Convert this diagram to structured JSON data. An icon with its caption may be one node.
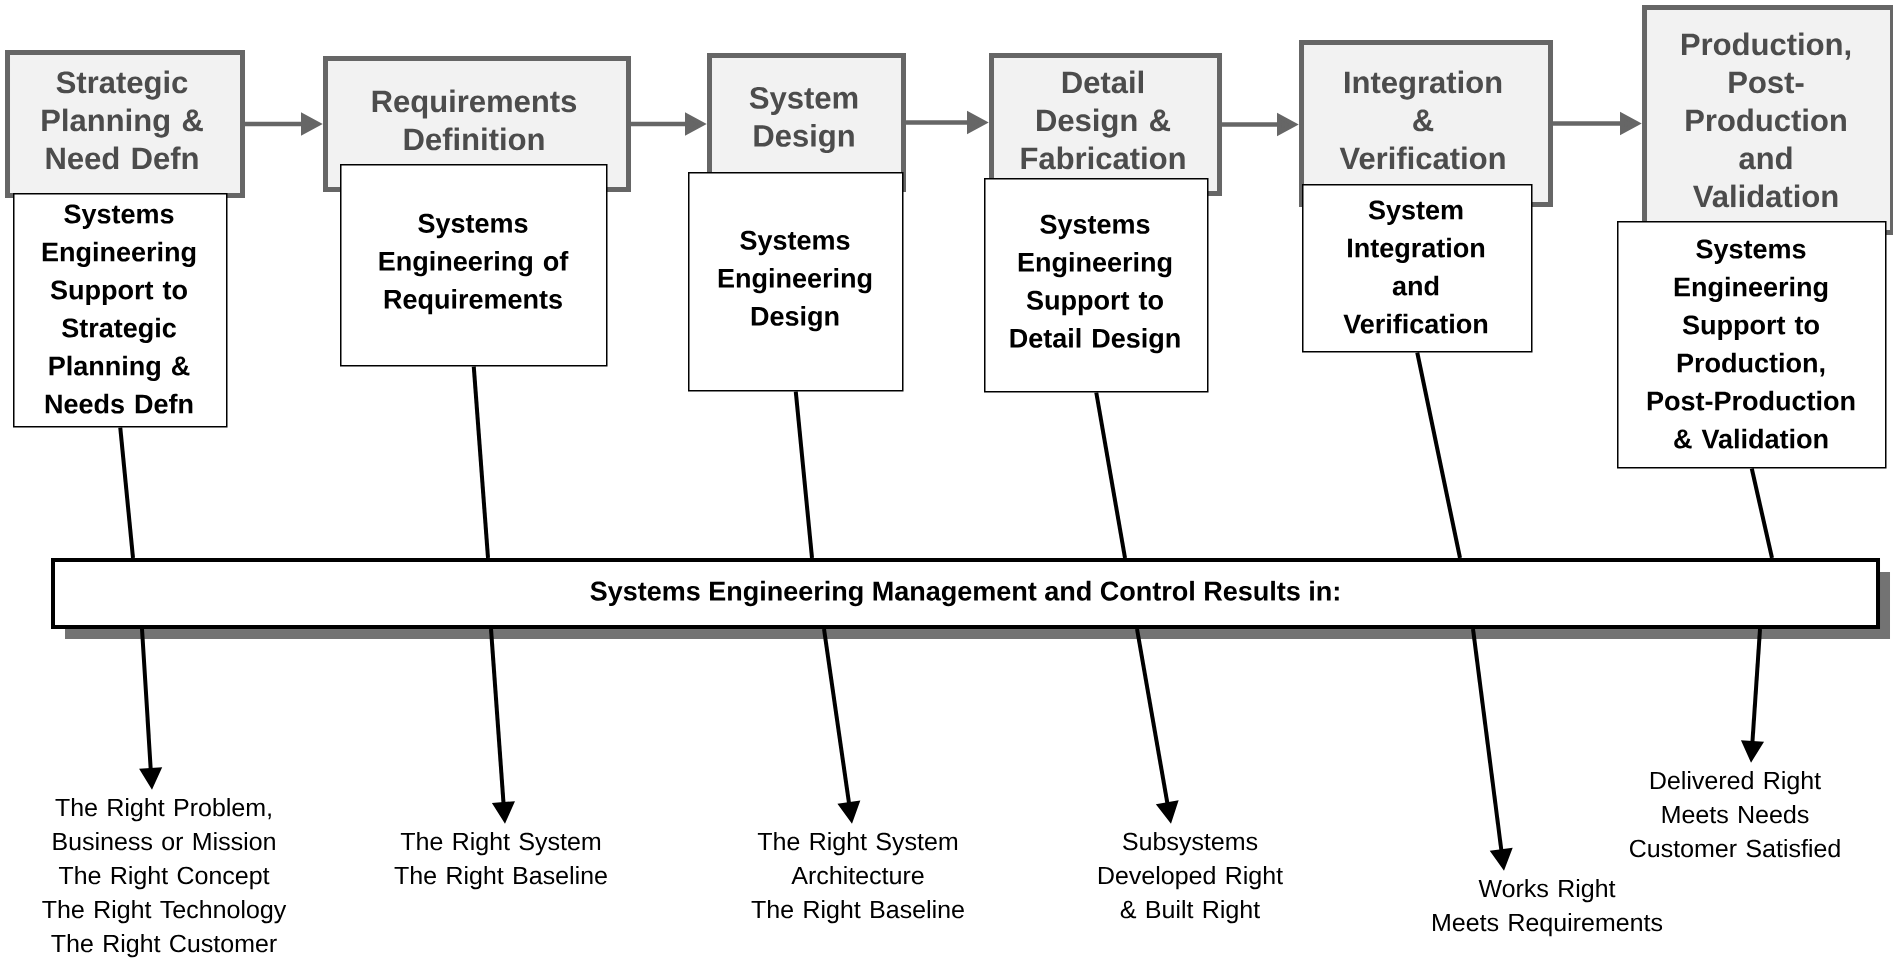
{
  "diagram": {
    "nodes": [
      {
        "text": [
          "Strategic Planning & Need Defn"
        ]
      },
      {
        "text": [
          "Requirements Definition"
        ]
      },
      {
        "text": [
          "System Design"
        ]
      },
      {
        "text": [
          "Detail Design & Fabrication"
        ]
      },
      {
        "text": [
          "Integration & Verification"
        ]
      },
      {
        "text": [
          "Production, Post-Production and Validation"
        ]
      },
      {
        "text": [
          "Systems Engineering Support to Strategic Planning & Needs Defn"
        ]
      },
      {
        "text": [
          "Systems Engineering of Requirements"
        ]
      },
      {
        "text": [
          "Systems Engineering Design"
        ]
      },
      {
        "text": [
          "Systems Engineering Support to Detail Design"
        ]
      },
      {
        "text": [
          "System Integration and Verification"
        ]
      },
      {
        "text": [
          "Systems Engineering Support to Production, Post-Production & Validation"
        ]
      },
      {
        "text": [
          "Systems Engineering Management and Control Results in:"
        ]
      },
      {
        "text": [
          "The Right Problem, Business or Mission",
          "The Right Concept",
          "The Right Technology",
          "The Right Customer"
        ]
      },
      {
        "text": [
          "The Right System",
          "The Right Baseline"
        ]
      },
      {
        "text": [
          "The Right System Architecture",
          "The Right Baseline"
        ]
      },
      {
        "text": [
          "Subsystems Developed Right & Built Right"
        ]
      },
      {
        "text": [
          "Works Right",
          "Meets Requirements"
        ]
      },
      {
        "text": [
          "Delivered Right",
          "Meets Needs",
          "Customer Satisfied"
        ]
      }
    ],
    "edges": [
      {
        "from": 0,
        "to": 1,
        "arrow": "to",
        "color": "#666666"
      },
      {
        "from": 1,
        "to": 2,
        "arrow": "to",
        "color": "#666666"
      },
      {
        "from": 2,
        "to": 3,
        "arrow": "to",
        "color": "#666666"
      },
      {
        "from": 3,
        "to": 4,
        "arrow": "to",
        "color": "#666666"
      },
      {
        "from": 4,
        "to": 5,
        "arrow": "to",
        "color": "#666666"
      },
      {
        "from": 6,
        "to": 12,
        "arrow": "none"
      },
      {
        "from": 7,
        "to": 12,
        "arrow": "none"
      },
      {
        "from": 8,
        "to": 12,
        "arrow": "none"
      },
      {
        "from": 9,
        "to": 12,
        "arrow": "none"
      },
      {
        "from": 10,
        "to": 12,
        "arrow": "none"
      },
      {
        "from": 11,
        "to": 12,
        "arrow": "none"
      },
      {
        "from": 12,
        "to": 13,
        "arrow": "to"
      },
      {
        "from": 12,
        "to": 14,
        "arrow": "to"
      },
      {
        "from": 12,
        "to": 15,
        "arrow": "to"
      },
      {
        "from": 12,
        "to": 16,
        "arrow": "to"
      },
      {
        "from": 12,
        "to": 17,
        "arrow": "to"
      },
      {
        "from": 12,
        "to": 18,
        "arrow": "to"
      }
    ]
  }
}
